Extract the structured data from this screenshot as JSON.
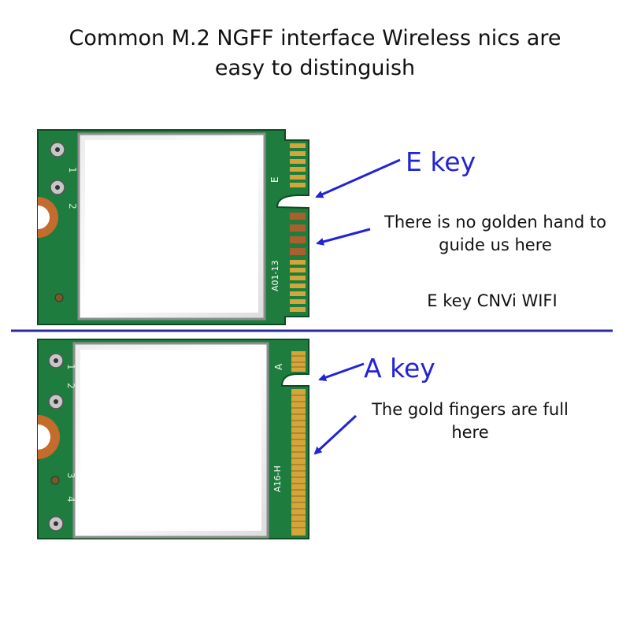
{
  "title": {
    "line1": "Common M.2 NGFF interface Wireless nics are",
    "line2": "easy to distinguish"
  },
  "top_card": {
    "key_label": "E key",
    "note_line1": "There is no golden hand to",
    "note_line2": "guide us here",
    "type_label": "E key CNVi WIFI",
    "silk_key": "E",
    "silk_code": "A01-13",
    "silk_pins": [
      "1",
      "2"
    ]
  },
  "bottom_card": {
    "key_label": "A key",
    "note_line1": "The gold fingers are full",
    "note_line2": "here",
    "silk_key": "A",
    "silk_code": "A16-H",
    "silk_pins": [
      "1",
      "2",
      "3",
      "4"
    ]
  },
  "colors": {
    "pcb": "#1e7d3e",
    "gold": "#d4a53a",
    "arrow": "#2323d6",
    "divider": "#2b2b9c"
  }
}
